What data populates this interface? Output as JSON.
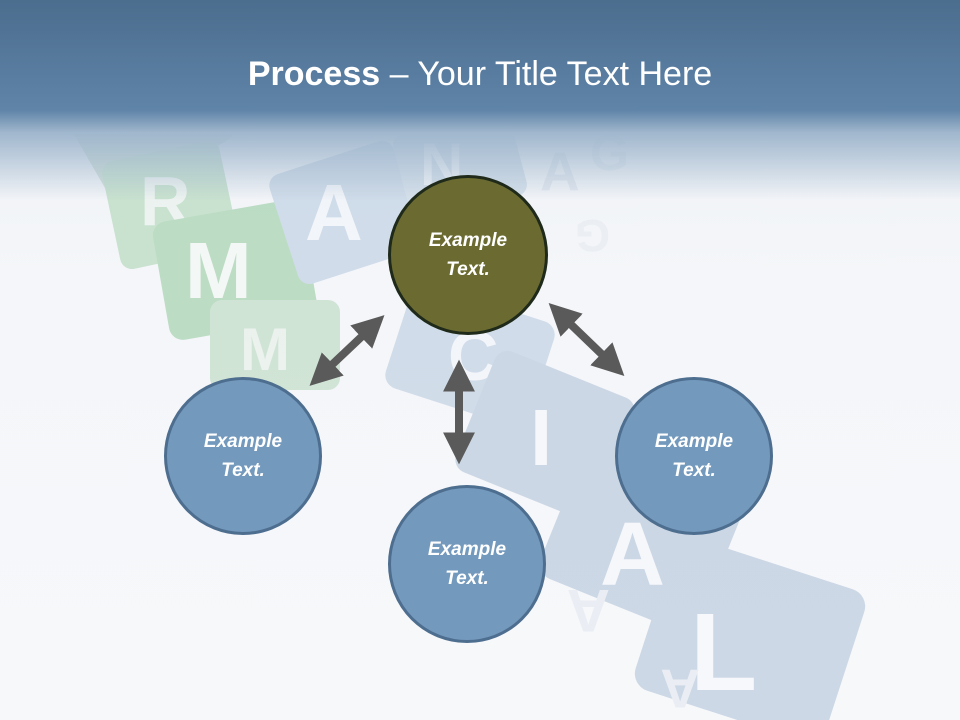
{
  "title": {
    "bold_part": "Process",
    "rest": " – Your Title Text Here"
  },
  "diagram": {
    "center_node": {
      "line1": "Example",
      "line2": "Text."
    },
    "left_node": {
      "line1": "Example",
      "line2": "Text."
    },
    "bottom_node": {
      "line1": "Example",
      "line2": "Text."
    },
    "right_node": {
      "line1": "Example",
      "line2": "Text."
    }
  },
  "background_letters": [
    "R",
    "M",
    "A",
    "N",
    "C",
    "I",
    "A",
    "L"
  ],
  "colors": {
    "header": "#5f84a8",
    "center_fill": "#6b6b31",
    "node_fill": "#7399bd",
    "arrow": "#5a5a5a",
    "green_block": "#8fc79a",
    "blue_block": "#a9bdd6"
  }
}
